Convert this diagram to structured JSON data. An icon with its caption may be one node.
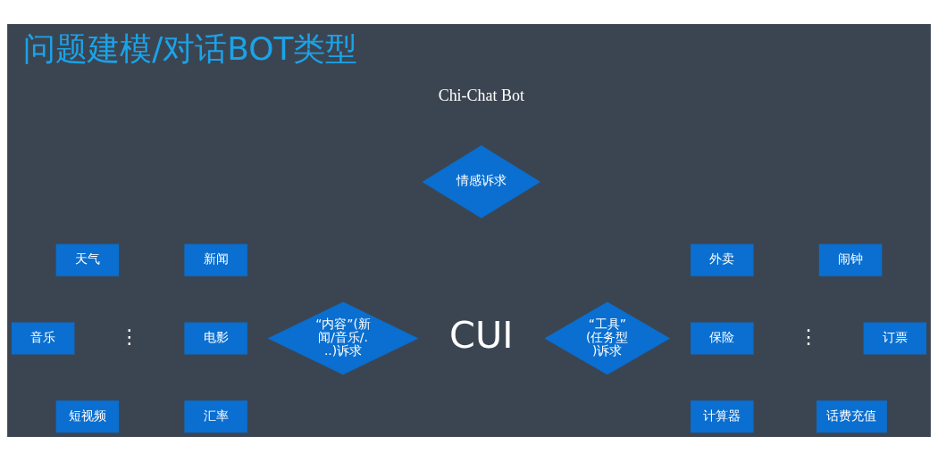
{
  "diagram": {
    "title": "问题建模/对话BOT类型",
    "nodes": [
      {
        "text": [
          "情感诉求"
        ]
      },
      {
        "text": [
          "天气"
        ]
      },
      {
        "text": [
          "新闻"
        ]
      },
      {
        "text": [
          "音乐"
        ]
      },
      {
        "text": [
          "电影"
        ]
      },
      {
        "text": [
          "短视频"
        ]
      },
      {
        "text": [
          "汇率"
        ]
      },
      {
        "text": [
          "“内容”(新闻/音乐/...)诉求"
        ]
      },
      {
        "text": [
          "“工具”(任务型)诉求"
        ]
      },
      {
        "text": [
          "外卖"
        ]
      },
      {
        "text": [
          "闹钟"
        ]
      },
      {
        "text": [
          "保险"
        ]
      },
      {
        "text": [
          "订票"
        ]
      },
      {
        "text": [
          "计算器"
        ]
      },
      {
        "text": [
          "话费充值"
        ]
      }
    ],
    "edges": [],
    "labels": [
      "Chi-Chat Bot",
      "⋮",
      "CUI",
      "⋮"
    ]
  }
}
